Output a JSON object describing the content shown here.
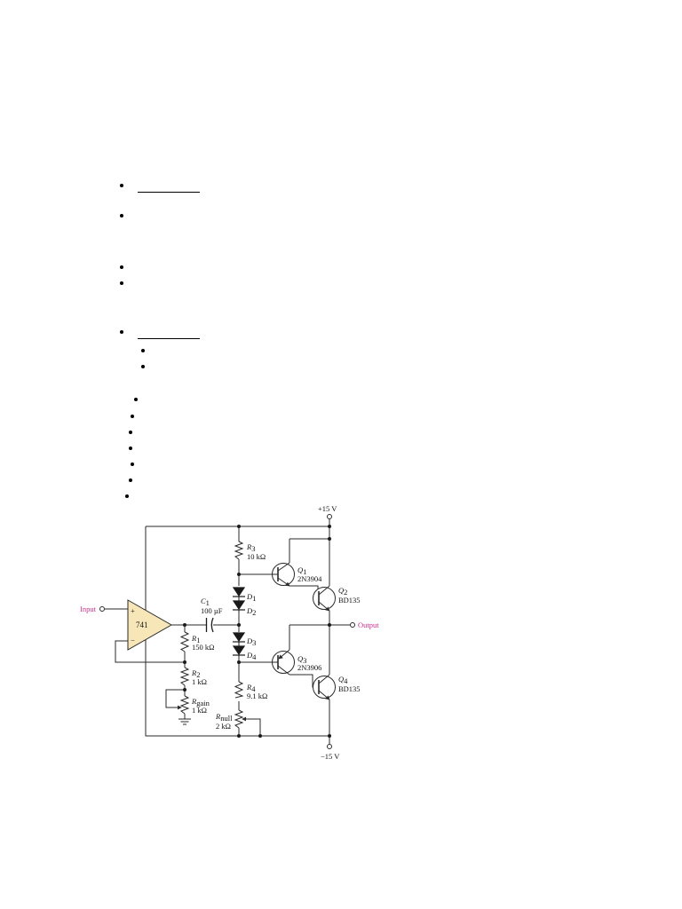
{
  "diagram": {
    "colors": {
      "wire": "#2a2a2a",
      "opamp_fill": "#f7e7b8",
      "label_accent": "#d0318e",
      "bullet": "#000000"
    },
    "opamp": {
      "label": "741",
      "plus": "+",
      "minus": "−"
    },
    "rails": {
      "positive": "+15 V",
      "negative": "−15 V"
    },
    "io": {
      "input": "Input",
      "output": "Output"
    },
    "components": {
      "c1": {
        "letter": "C",
        "sub": "1",
        "value": "100 µF"
      },
      "r1": {
        "letter": "R",
        "sub": "1",
        "value": "150 kΩ"
      },
      "r2": {
        "letter": "R",
        "sub": "2",
        "value": "1 kΩ"
      },
      "rgain": {
        "letter": "R",
        "sub": "gain",
        "value": "1 kΩ"
      },
      "r3": {
        "letter": "R",
        "sub": "3",
        "value": "10 kΩ"
      },
      "r4": {
        "letter": "R",
        "sub": "4",
        "value": "9.1 kΩ"
      },
      "rnull": {
        "letter": "R",
        "sub": "null",
        "value": "2 kΩ"
      },
      "d1": {
        "letter": "D",
        "sub": "1"
      },
      "d2": {
        "letter": "D",
        "sub": "2"
      },
      "d3": {
        "letter": "D",
        "sub": "3"
      },
      "d4": {
        "letter": "D",
        "sub": "4"
      },
      "q1": {
        "letter": "Q",
        "sub": "1",
        "part": "2N3904"
      },
      "q2": {
        "letter": "Q",
        "sub": "2",
        "part": "BD135"
      },
      "q3": {
        "letter": "Q",
        "sub": "3",
        "part": "2N3906"
      },
      "q4": {
        "letter": "Q",
        "sub": "4",
        "part": "BD135"
      }
    }
  }
}
